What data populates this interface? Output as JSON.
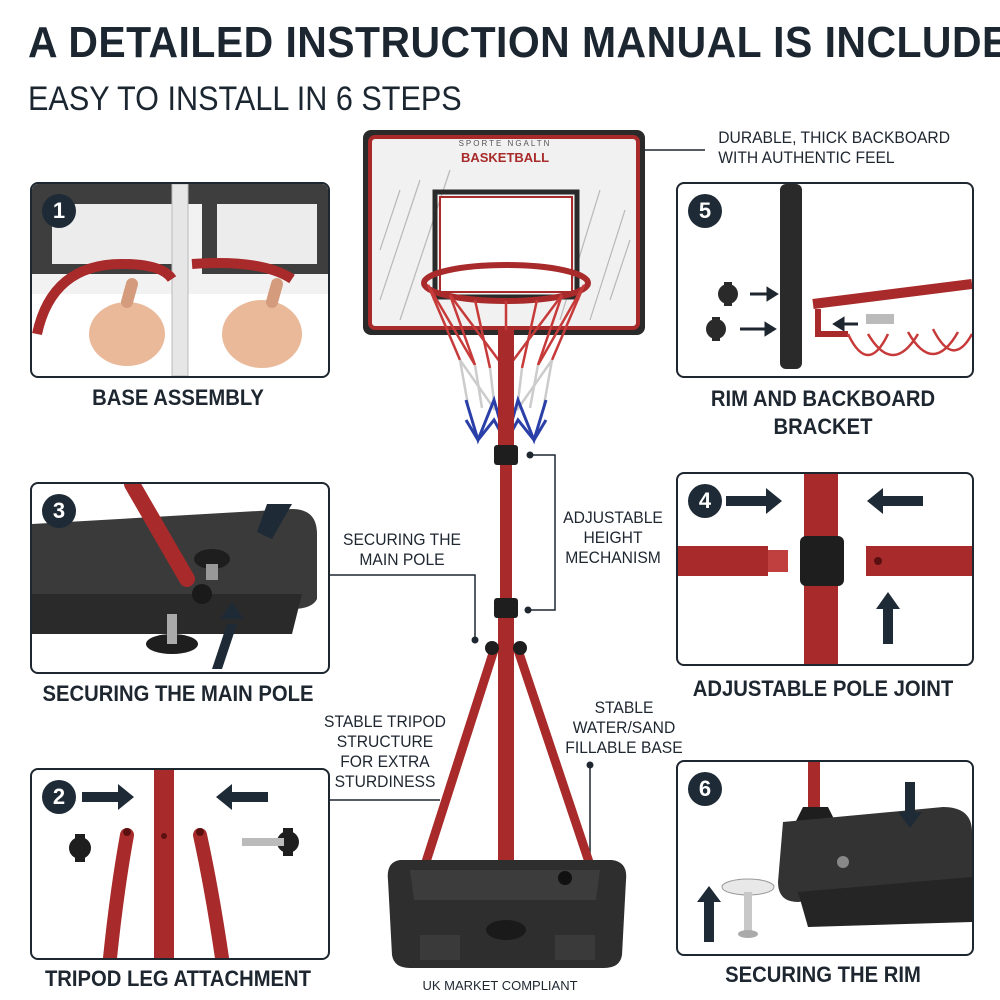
{
  "header": {
    "title": "A DETAILED INSTRUCTION MANUAL IS INCLUDED",
    "subtitle": "EASY TO INSTALL IN 6 STEPS"
  },
  "backboard": {
    "brand": "SPORTE NGALTN",
    "label": "BASKETBALL"
  },
  "steps": [
    {
      "number": "1",
      "caption": "BASE ASSEMBLY"
    },
    {
      "number": "5",
      "caption": "RIM AND BACKBOARD BRACKET"
    },
    {
      "number": "3",
      "caption": "SECURING THE MAIN POLE"
    },
    {
      "number": "4",
      "caption": "ADJUSTABLE POLE JOINT"
    },
    {
      "number": "2",
      "caption": "TRIPOD LEG ATTACHMENT"
    },
    {
      "number": "6",
      "caption": "SECURING THE RIM"
    }
  ],
  "callouts": {
    "backboard": "DURABLE, THICK BACKBOARD WITH AUTHENTIC FEEL",
    "pole": "SECURING THE MAIN POLE",
    "height": "ADJUSTABLE HEIGHT MECHANISM",
    "tripod": "STABLE TRIPOD STRUCTURE FOR EXTRA STURDINESS",
    "base": "STABLE WATER/SAND FILLABLE BASE"
  },
  "footer": "UK MARKET COMPLIANT",
  "colors": {
    "red": "#a82a2a",
    "dark": "#1e2630",
    "base": "#2b2b2b"
  }
}
